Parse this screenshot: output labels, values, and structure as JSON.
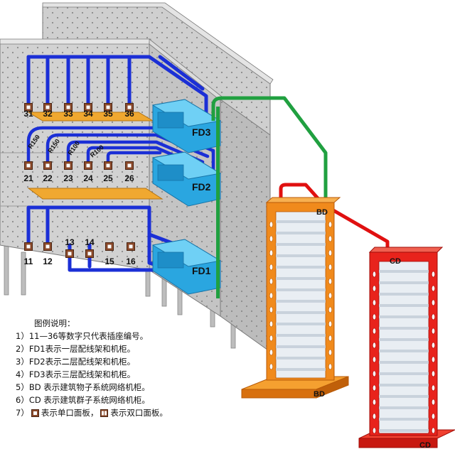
{
  "colors": {
    "wall": "#cfcfcf",
    "wall_dark": "#a9a9a9",
    "wall_top": "#e4e4e4",
    "dot": "#8a8a8a",
    "cable_blue": "#1b2fd6",
    "box_cyan": "#2aa6e0",
    "tray_orange": "#f0a830",
    "rack_bd": "#f08a1c",
    "rack_cd": "#e8231c",
    "cable_green": "#20a040",
    "cable_red": "#e01010",
    "outlet": "#8b4a2b"
  },
  "outlets": {
    "floor3": [
      "31",
      "32",
      "33",
      "34",
      "35",
      "36"
    ],
    "floor2": [
      "21",
      "22",
      "23",
      "24",
      "25",
      "26"
    ],
    "floor1": [
      "11",
      "12",
      "13",
      "14",
      "15",
      "16"
    ]
  },
  "radii": [
    "R150",
    "R150",
    "R100",
    "R100"
  ],
  "cabinets": {
    "fd3": "FD3",
    "fd2": "FD2",
    "fd1": "FD1"
  },
  "racks": {
    "bd_top": "BD",
    "bd_bottom": "BD",
    "cd_top": "CD",
    "cd_bottom": "CD"
  },
  "legend": {
    "title": "图例说明：",
    "items": [
      "1）11—36等数字只代表插座编号。",
      "2）FD1表示一层配线架和机柜。",
      "3）FD2表示二层配线架和机柜。",
      "4）FD3表示三层配线架和机柜。",
      "5）BD 表示建筑物子系统网络机柜。",
      "6）CD 表示建筑群子系统网络机柜。"
    ],
    "item7_prefix": "7）",
    "item7_single": "表示单口面板，",
    "item7_double": "表示双口面板。"
  }
}
